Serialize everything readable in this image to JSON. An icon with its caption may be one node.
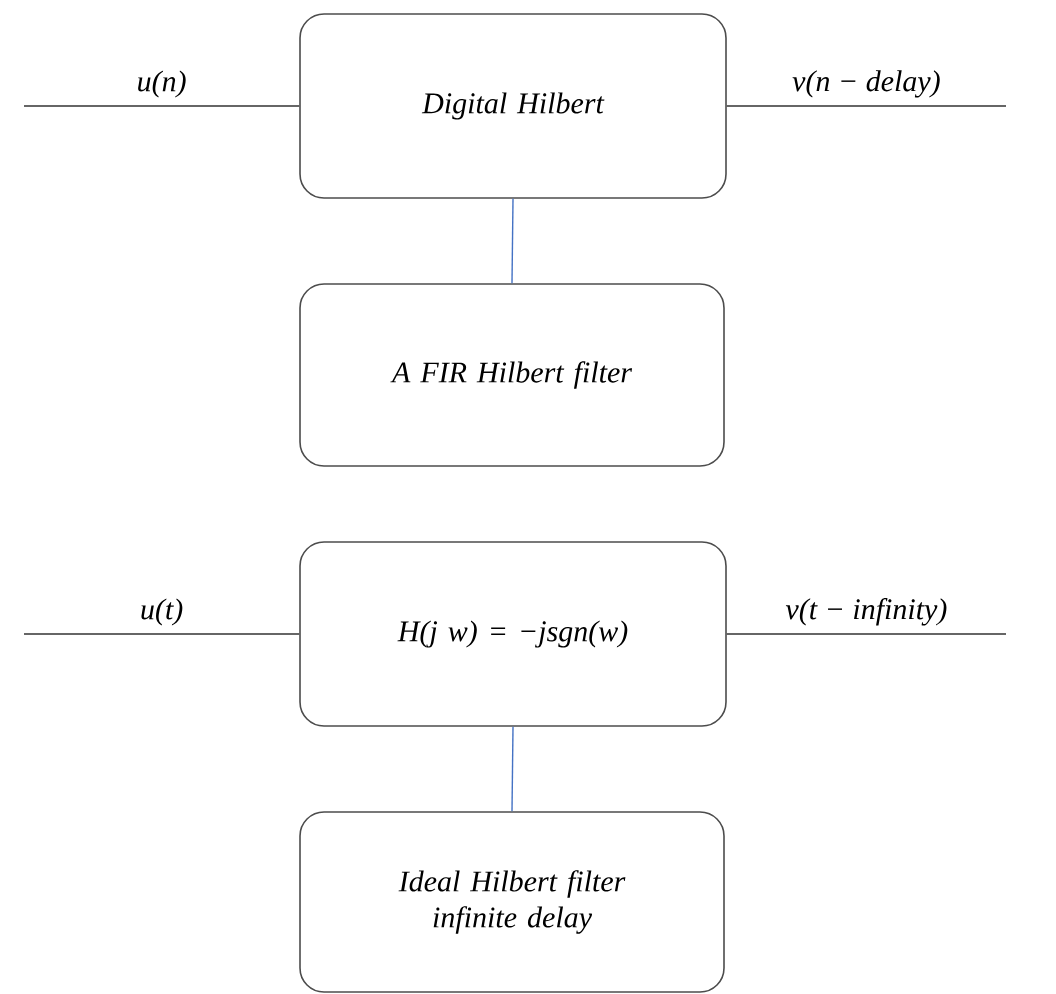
{
  "diagram": {
    "nodes": [
      {
        "text": [
          "Digital Hilbert"
        ]
      },
      {
        "text": [
          "A FIR Hilbert filter"
        ]
      },
      {
        "text": [
          "H(j w) = −jsgn(w)"
        ]
      },
      {
        "text": [
          "Ideal Hilbert filter infinite delay"
        ]
      }
    ],
    "edges": [
      {
        "from": null,
        "to": 0,
        "arrow": "none",
        "label": "u(n)"
      },
      {
        "from": 0,
        "to": null,
        "arrow": "none",
        "label": "v(n − delay)"
      },
      {
        "from": 0,
        "to": 1,
        "arrow": "none",
        "color": "#4472c4"
      },
      {
        "from": null,
        "to": 2,
        "arrow": "none",
        "label": "u(t)"
      },
      {
        "from": 2,
        "to": null,
        "arrow": "none",
        "label": "v(t − infinity)"
      },
      {
        "from": 2,
        "to": 3,
        "arrow": "none",
        "color": "#4472c4"
      }
    ]
  }
}
